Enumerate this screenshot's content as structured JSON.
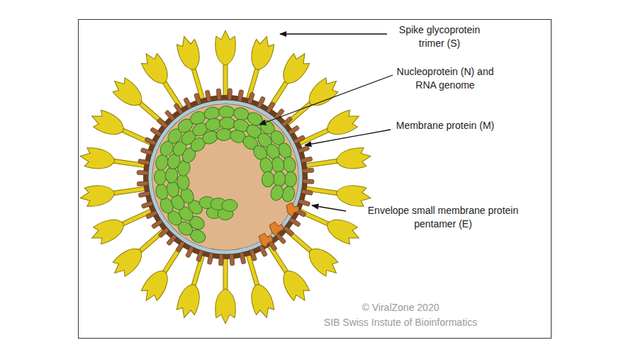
{
  "diagram": {
    "labels": [
      "Spike glycoprotein trimer (S)",
      "Nucleoprotein (N) and RNA genome",
      "Membrane protein (M)",
      "Envelope small membrane protein pentamer (E)",
      "© ViralZone 2020",
      "SIB Swiss Instute of Bioinformatics"
    ]
  }
}
